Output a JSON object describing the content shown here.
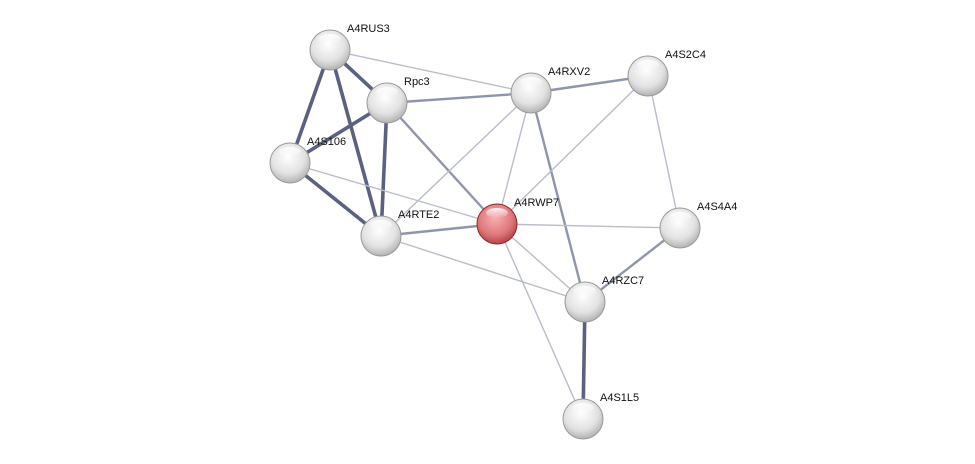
{
  "network": {
    "query_color": "#d9666a",
    "node_color": "#e8e8e8",
    "nodes": [
      {
        "id": "A4RUS3",
        "label": "A4RUS3",
        "query": false
      },
      {
        "id": "Rpc3",
        "label": "Rpc3",
        "query": false
      },
      {
        "id": "A4S106",
        "label": "A4S106",
        "query": false
      },
      {
        "id": "A4RTE2",
        "label": "A4RTE2",
        "query": false
      },
      {
        "id": "A4RWP7",
        "label": "A4RWP7",
        "query": true
      },
      {
        "id": "A4RXV2",
        "label": "A4RXV2",
        "query": false
      },
      {
        "id": "A4S2C4",
        "label": "A4S2C4",
        "query": false
      },
      {
        "id": "A4S4A4",
        "label": "A4S4A4",
        "query": false
      },
      {
        "id": "A4RZC7",
        "label": "A4RZC7",
        "query": false
      },
      {
        "id": "A4S1L5",
        "label": "A4S1L5",
        "query": false
      }
    ],
    "edges": [
      {
        "source": "A4RUS3",
        "target": "Rpc3",
        "strength": "high"
      },
      {
        "source": "A4RUS3",
        "target": "A4S106",
        "strength": "high"
      },
      {
        "source": "A4RUS3",
        "target": "A4RTE2",
        "strength": "high"
      },
      {
        "source": "A4RUS3",
        "target": "A4RXV2",
        "strength": "low"
      },
      {
        "source": "Rpc3",
        "target": "A4S106",
        "strength": "high"
      },
      {
        "source": "Rpc3",
        "target": "A4RTE2",
        "strength": "high"
      },
      {
        "source": "Rpc3",
        "target": "A4RXV2",
        "strength": "medium"
      },
      {
        "source": "Rpc3",
        "target": "A4RWP7",
        "strength": "medium"
      },
      {
        "source": "A4S106",
        "target": "A4RTE2",
        "strength": "high"
      },
      {
        "source": "A4S106",
        "target": "A4RWP7",
        "strength": "low"
      },
      {
        "source": "A4RTE2",
        "target": "A4RWP7",
        "strength": "medium"
      },
      {
        "source": "A4RTE2",
        "target": "A4RXV2",
        "strength": "low"
      },
      {
        "source": "A4RTE2",
        "target": "A4RZC7",
        "strength": "low"
      },
      {
        "source": "A4RXV2",
        "target": "A4S2C4",
        "strength": "medium"
      },
      {
        "source": "A4RXV2",
        "target": "A4RWP7",
        "strength": "low"
      },
      {
        "source": "A4RXV2",
        "target": "A4RZC7",
        "strength": "medium"
      },
      {
        "source": "A4S2C4",
        "target": "A4RWP7",
        "strength": "low"
      },
      {
        "source": "A4S2C4",
        "target": "A4S4A4",
        "strength": "low"
      },
      {
        "source": "A4RWP7",
        "target": "A4S4A4",
        "strength": "low"
      },
      {
        "source": "A4RWP7",
        "target": "A4RZC7",
        "strength": "low"
      },
      {
        "source": "A4RWP7",
        "target": "A4S1L5",
        "strength": "low"
      },
      {
        "source": "A4S4A4",
        "target": "A4RZC7",
        "strength": "medium"
      },
      {
        "source": "A4RZC7",
        "target": "A4S1L5",
        "strength": "high"
      }
    ]
  }
}
